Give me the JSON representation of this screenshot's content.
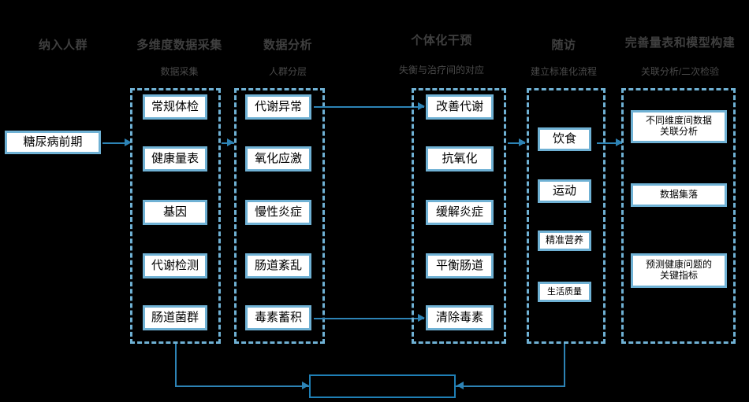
{
  "diagram": {
    "title_bar_color": "#3f3f3f",
    "accent_color": "#6fb1d4",
    "line_color": "#2d83b5",
    "background_color": "#000000",
    "columns": [
      {
        "id": "col-enrollment",
        "title": "纳入人群",
        "subtitle": "",
        "nodes": [
          {
            "label": "糖尿病前期"
          }
        ]
      },
      {
        "id": "col-data-collection",
        "title": "多维度数据采集",
        "subtitle": "数据采集",
        "nodes": [
          {
            "label": "常规体检"
          },
          {
            "label": "健康量表"
          },
          {
            "label": "基因"
          },
          {
            "label": "代谢检测"
          },
          {
            "label": "肠道菌群"
          }
        ]
      },
      {
        "id": "col-data-analysis",
        "title": "数据分析",
        "subtitle": "人群分层",
        "nodes": [
          {
            "label": "代谢异常"
          },
          {
            "label": "氧化应激"
          },
          {
            "label": "慢性炎症"
          },
          {
            "label": "肠道紊乱"
          },
          {
            "label": "毒素蓄积"
          }
        ]
      },
      {
        "id": "col-intervention",
        "title": "个体化干预",
        "subtitle": "失衡与治疗间的对应",
        "nodes": [
          {
            "label": "改善代谢"
          },
          {
            "label": "抗氧化"
          },
          {
            "label": "缓解炎症"
          },
          {
            "label": "平衡肠道"
          },
          {
            "label": "清除毒素"
          }
        ]
      },
      {
        "id": "col-followup",
        "title": "随访",
        "subtitle": "建立标准化流程",
        "nodes": [
          {
            "label": "饮食"
          },
          {
            "label": "运动"
          },
          {
            "label": "精准营养"
          },
          {
            "label": "生活质量"
          }
        ]
      },
      {
        "id": "col-model-building",
        "title": "完善量表和模型构建",
        "subtitle": "关联分析/二次检验",
        "nodes": [
          {
            "label": "不同维度间数据\n关联分析"
          },
          {
            "label": "数据集落"
          },
          {
            "label": "预测健康问题的\n关键指标"
          }
        ]
      }
    ],
    "outcome_box": {
      "label": ""
    }
  }
}
